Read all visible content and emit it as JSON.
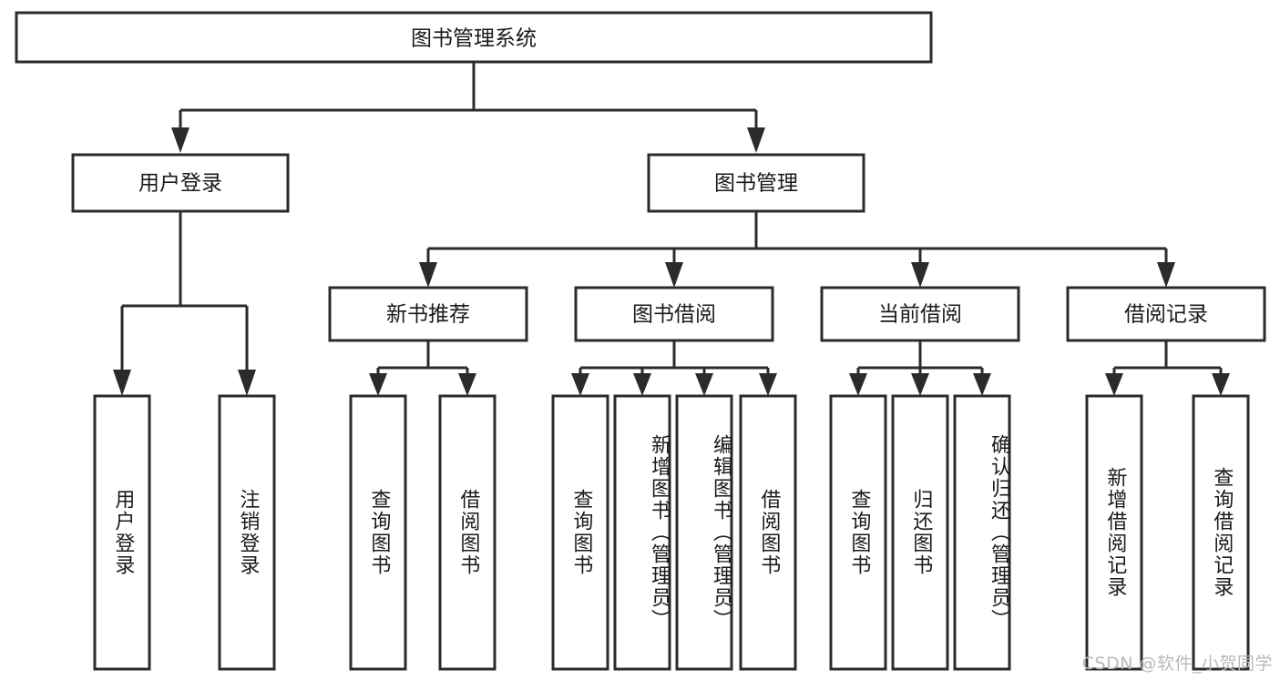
{
  "diagram": {
    "title": "图书管理系统",
    "type": "tree",
    "orientation": "top-down",
    "colors": {
      "stroke": "#2b2b2b",
      "fill": "#ffffff",
      "text": "#1a1a1a",
      "background": "#ffffff",
      "watermark": "#b9b9b9"
    },
    "root": {
      "label": "图书管理系统"
    },
    "level2": [
      {
        "label": "用户登录"
      },
      {
        "label": "图书管理"
      }
    ],
    "level3": [
      {
        "label": "新书推荐"
      },
      {
        "label": "图书借阅"
      },
      {
        "label": "当前借阅"
      },
      {
        "label": "借阅记录"
      }
    ],
    "leaves": {
      "user_login": [
        {
          "label": "用户登录"
        },
        {
          "label": "注销登录"
        }
      ],
      "new_book_recommend": [
        {
          "label": "查询图书"
        },
        {
          "label": "借阅图书"
        }
      ],
      "book_borrow": [
        {
          "label": "查询图书"
        },
        {
          "label": "新增图书（管理员）"
        },
        {
          "label": "编辑图书（管理员）"
        },
        {
          "label": "借阅图书"
        }
      ],
      "current_borrow": [
        {
          "label": "查询图书"
        },
        {
          "label": "归还图书"
        },
        {
          "label": "确认归还（管理员）"
        }
      ],
      "borrow_record": [
        {
          "label": "新增借阅记录"
        },
        {
          "label": "查询借阅记录"
        }
      ]
    }
  },
  "watermark": {
    "text": "CSDN @软件_小贺同学"
  }
}
